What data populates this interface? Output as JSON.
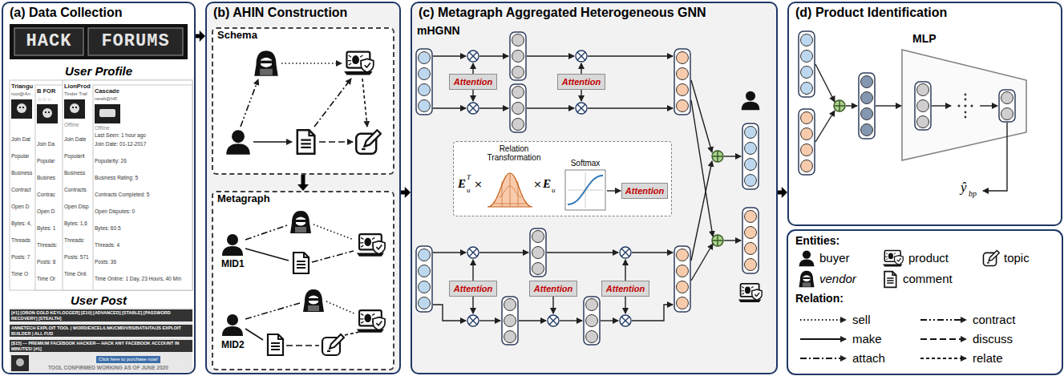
{
  "diagram": {
    "nodes": [
      {
        "text": [
          "(a) Data Collection"
        ]
      },
      {
        "text": [
          "(b) AHIN Construction"
        ]
      },
      {
        "text": [
          "(c) Metagraph Aggregated Heterogeneous GNN"
        ]
      },
      {
        "text": [
          "(d) Product Identification"
        ]
      },
      {
        "text": [
          "Schema"
        ],
        "in": 1
      },
      {
        "text": [
          "Metagraph"
        ],
        "in": 1
      },
      {
        "text": [
          "Attention"
        ],
        "in": 2
      },
      {
        "text": [
          "Attention"
        ],
        "in": 2
      },
      {
        "text": [
          "Relation Transformation",
          "Softmax",
          "E",
          "T",
          "u",
          "×",
          "×",
          "E",
          "u"
        ],
        "in": 2
      },
      {
        "text": [
          "Attention"
        ],
        "in": 8
      },
      {
        "text": [
          "Attention"
        ],
        "in": 2
      },
      {
        "text": [
          "Attention"
        ],
        "in": 2
      },
      {
        "text": [
          "Attention"
        ],
        "in": 2
      },
      {
        "text": [
          "MLP"
        ],
        "in": 3
      }
    ],
    "edges": [
      {
        "from": 0,
        "to": 1,
        "arrow": "to"
      },
      {
        "from": 1,
        "to": 2,
        "arrow": "to"
      },
      {
        "from": 2,
        "to": 3,
        "arrow": "to"
      },
      {
        "from": 4,
        "to": 5,
        "arrow": "to"
      }
    ],
    "labels": [
      "HACK",
      "FORUMS",
      "User Profile",
      "Triangu",
      "root@An",
      "Join Dat",
      "Popular",
      "Business",
      "Contract",
      "Open D",
      "Bytes: 4,",
      "Threads",
      "Posts: 7",
      "Time O",
      "B FOR",
      "☆☆☆",
      "Join Da",
      "Popular",
      "Busines",
      "Contrac",
      "Open D",
      "Bytes: 1",
      "Threads:",
      "Posts: 8",
      "Time Or",
      "LionProd",
      "Tinder Traf",
      "Offline",
      "Join Date",
      "Popularit",
      "Business",
      "Contracts",
      "Open Disp",
      "Bytes: 1,6",
      "Threads:",
      "Posts: 571",
      "Time Onli",
      "Cascade",
      "newb@HF.",
      "Offline",
      "Last Seen: 1 hour ago",
      "Join Date: 01-12-2017",
      "Popularity: 26",
      "Business Rating: 5",
      "Contracts Completed: 5",
      "Open Disputes: 0",
      "Bytes: 60.5",
      "Threads: 4",
      "Posts: 36",
      "Time Online: 1 Day, 23 Hours, 40 Min",
      "User Post",
      "[#1] [OBON GOLD KEYLOGGER] [E10] [ADVANCED] [STABLE] [PASSWORD RECOVERY] [STEALTH]",
      "ANNETECH EXPLOIT TOOL | WORD/EXCEL/LNK/CMD/VBS/BAT/HTA/JS EXPLOIT BUILDER | ALL FUD",
      "[$15] --- PREMIUM FACEBOOK HACKER--- HACK ANY FACEBOOK ACCOUNT IN MINUTES! [#1]",
      "Click here to purchase now!",
      "TOOL CONFIRMED WORKING AS OF JUNE 2020",
      "MID1",
      "MID2",
      "mHGNN",
      "ŷ",
      "bp",
      "Entities:",
      "Relation:"
    ],
    "legend": [
      {
        "text": "buyer"
      },
      {
        "text": "product"
      },
      {
        "text": "topic"
      },
      {
        "text": "vendor"
      },
      {
        "text": "comment"
      },
      {
        "text": "sell"
      },
      {
        "text": "contract"
      },
      {
        "text": "make"
      },
      {
        "text": "discuss"
      },
      {
        "text": "attach"
      },
      {
        "text": "relate"
      }
    ]
  }
}
